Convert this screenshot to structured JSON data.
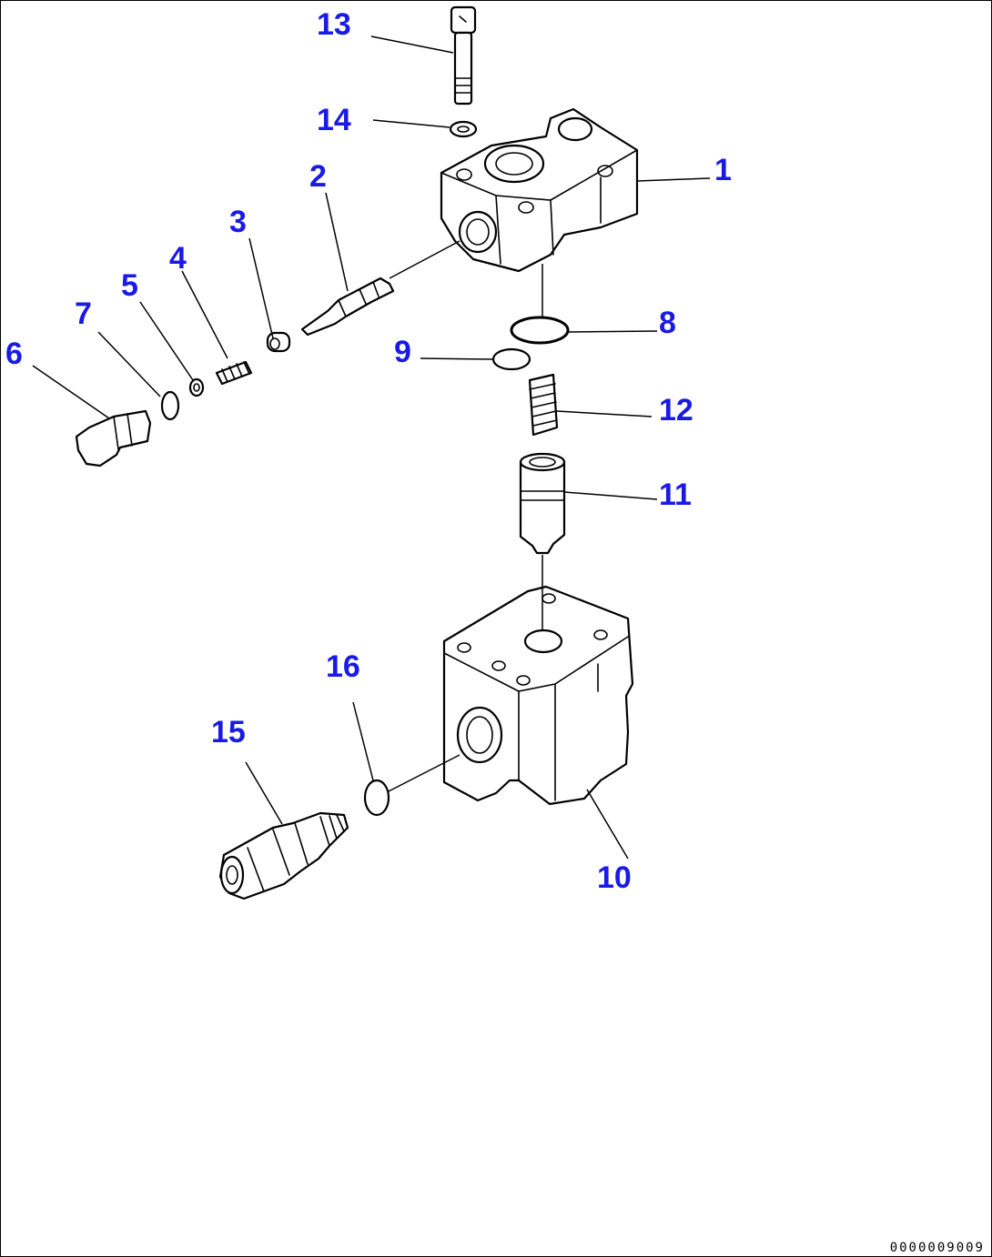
{
  "diagram": {
    "callouts": [
      {
        "id": "1",
        "text": "1"
      },
      {
        "id": "2",
        "text": "2"
      },
      {
        "id": "3",
        "text": "3"
      },
      {
        "id": "4",
        "text": "4"
      },
      {
        "id": "5",
        "text": "5"
      },
      {
        "id": "6",
        "text": "6"
      },
      {
        "id": "7",
        "text": "7"
      },
      {
        "id": "8",
        "text": "8"
      },
      {
        "id": "9",
        "text": "9"
      },
      {
        "id": "10",
        "text": "10"
      },
      {
        "id": "11",
        "text": "11"
      },
      {
        "id": "12",
        "text": "12"
      },
      {
        "id": "13",
        "text": "13"
      },
      {
        "id": "14",
        "text": "14"
      },
      {
        "id": "15",
        "text": "15"
      },
      {
        "id": "16",
        "text": "16"
      }
    ],
    "callout_color": "#1a1ae6",
    "drawing_code": "0000009009"
  }
}
